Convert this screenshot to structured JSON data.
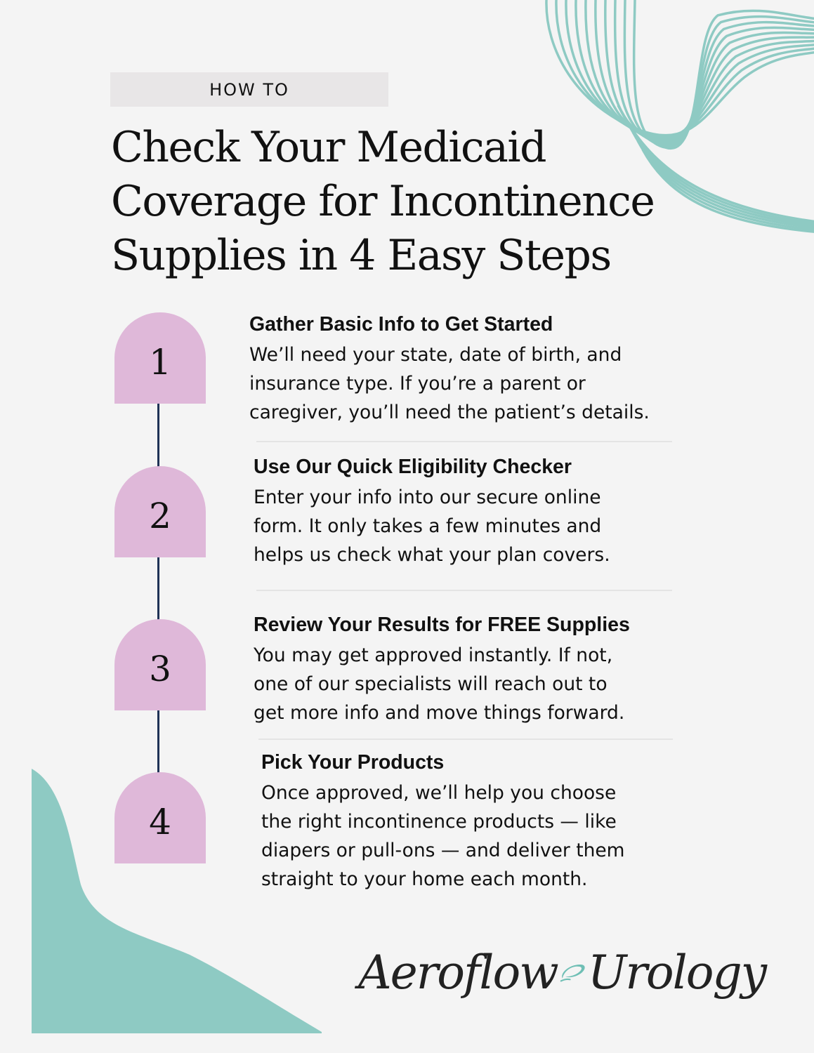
{
  "header": {
    "eyebrow": "HOW TO",
    "title_lines": [
      "Check Your Medicaid",
      "Coverage for Incontinence",
      "Supplies in 4 Easy Steps"
    ]
  },
  "steps": [
    {
      "number": "1",
      "title": "Gather Basic Info to Get Started",
      "body": "We’ll need your state, date of birth, and\ninsurance type. If you’re a parent or\ncaregiver, you’ll need the patient’s details."
    },
    {
      "number": "2",
      "title": "Use Our Quick Eligibility Checker",
      "body": "Enter your info into our secure online\nform. It only takes a few minutes and\nhelps us check what your plan covers."
    },
    {
      "number": "3",
      "title": "Review Your Results for FREE Supplies",
      "body": "You may get approved instantly. If not,\none of our specialists will reach out to\nget more info and move things forward."
    },
    {
      "number": "4",
      "title": "Pick Your Products",
      "body": "Once approved, we’ll help you choose\nthe right incontinence products — like\ndiapers or pull-ons — and deliver them\nstraight to your home each month."
    }
  ],
  "logo": {
    "word_left": "Aeroflow",
    "word_right": "Urology",
    "mark_icon": "aeroflow-swoosh-icon"
  },
  "colors": {
    "background": "#f4f4f4",
    "accent_teal": "#8ecac3",
    "badge_pink": "#dfb8d9",
    "timeline_navy": "#1f3256",
    "eyebrow_bg": "#e8e6e7",
    "text": "#111111"
  }
}
